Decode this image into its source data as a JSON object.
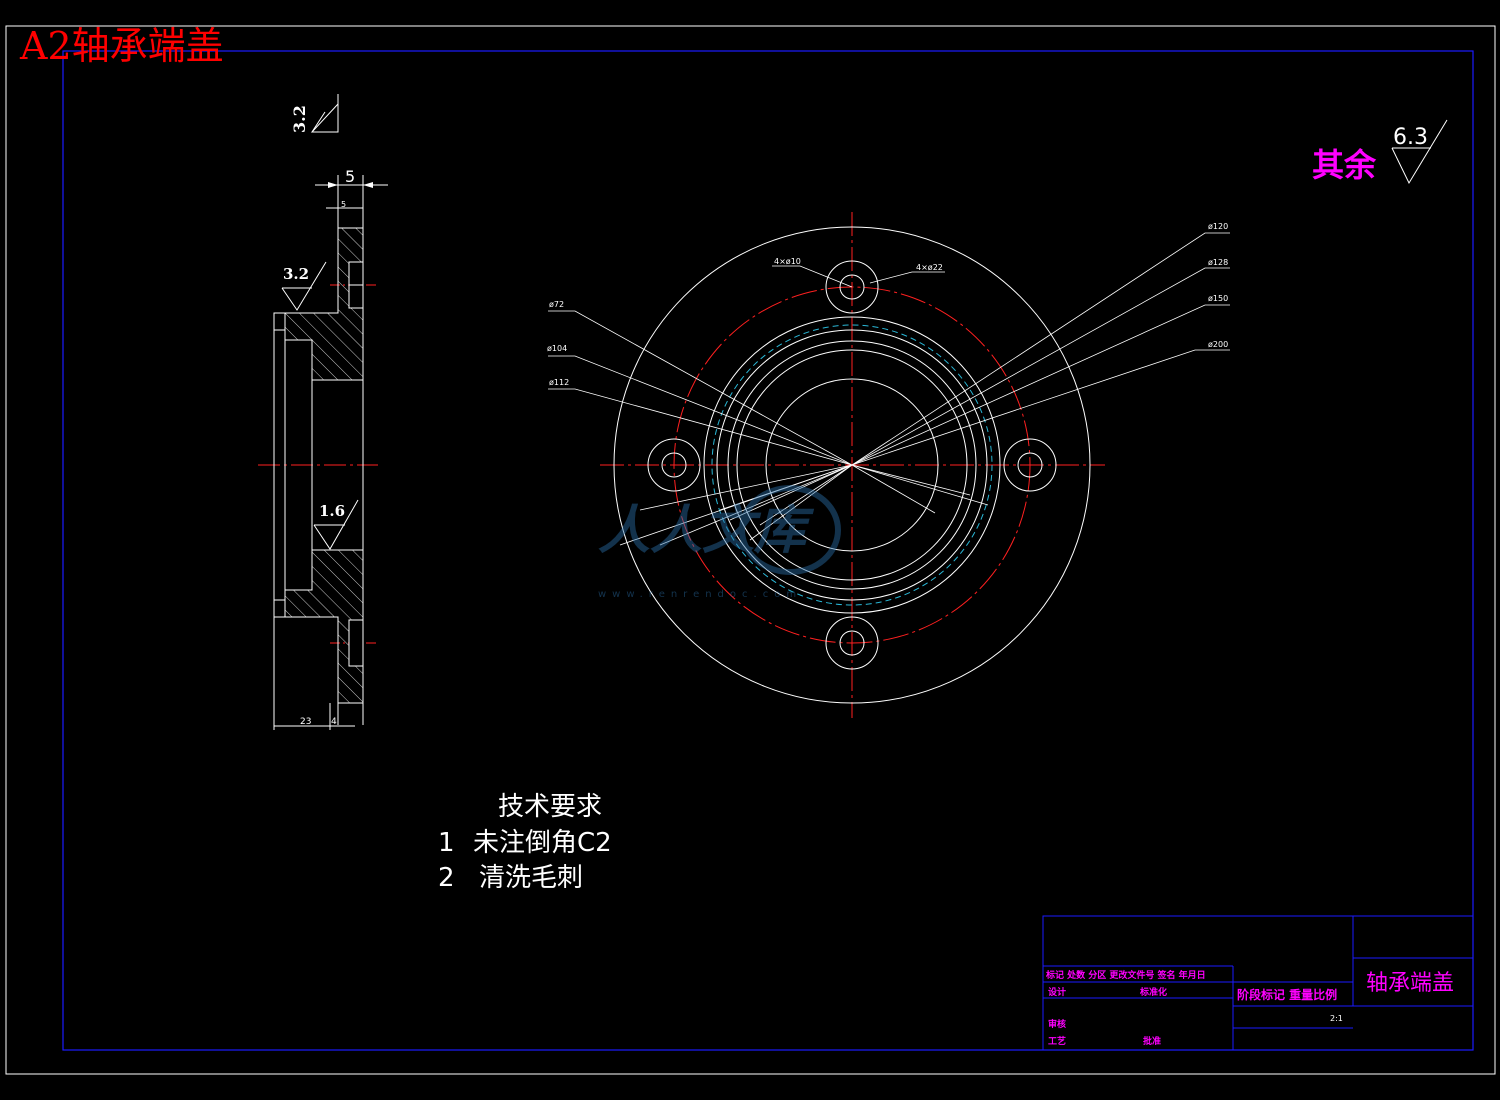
{
  "title": "A2轴承端盖",
  "roughness": {
    "top_value": "3.2",
    "mid_value": "3.2",
    "low_value": "1.6",
    "rest_label": "其余",
    "rest_value": "6.3"
  },
  "section_dims": {
    "top_width": "5",
    "small_width": "5",
    "bottom_left": "23",
    "bottom_right": "4"
  },
  "front_dims": {
    "bolt_hole": "4×ø10",
    "counterbore": "4×ø22",
    "d72": "ø72",
    "d104": "ø104",
    "d112": "ø112",
    "d120": "ø120",
    "d128": "ø128",
    "d150": "ø150",
    "d200": "ø200"
  },
  "tech_requirements": {
    "heading": "技术要求",
    "items": [
      {
        "num": "1",
        "text": "未注倒角C2"
      },
      {
        "num": "2",
        "text": "清洗毛刺"
      }
    ]
  },
  "title_block": {
    "part_name": "轴承端盖",
    "header_row": "标记 处数 分区 更改文件号 签名  年月日",
    "design": "设计",
    "standardize": "标准化",
    "review": "审核",
    "process": "工艺",
    "approve": "批准",
    "stage_row": "阶段标记 重量比例",
    "scale": "2:1"
  },
  "watermark": {
    "text": "人人文库",
    "url": "www.renrendoc.com"
  },
  "colors": {
    "background": "#000000",
    "line": "#ffffff",
    "center": "#ff2020",
    "title": "#ff0000",
    "frame": "#1a1aff",
    "magenta": "#ff00ff",
    "hidden": "#2ab7d6"
  }
}
